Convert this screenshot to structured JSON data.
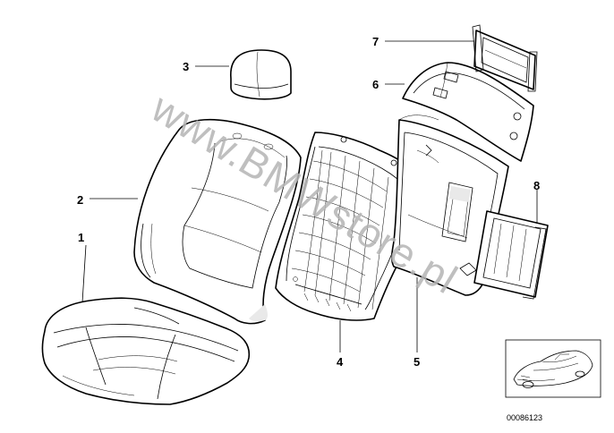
{
  "diagram": {
    "callouts": [
      "1",
      "2",
      "3",
      "4",
      "5",
      "6",
      "7",
      "8"
    ],
    "watermark": "www.BMWstore.pl",
    "document_number": "00086123"
  },
  "colors": {
    "line": "#000000",
    "watermark": "#b5b5b5",
    "background": "#ffffff"
  }
}
